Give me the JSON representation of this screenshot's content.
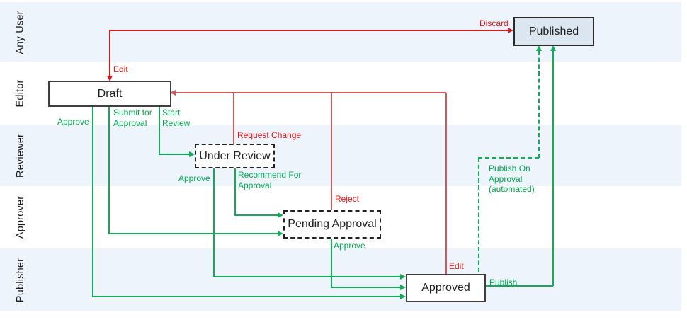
{
  "colors": {
    "positive_green": "#00a94f",
    "negative_red": "#ea1212",
    "red_line_strong": "#cc1f1f",
    "red_line_soft": "#cb5a5a",
    "lane_fill_blue": "#edf4fc",
    "published_state_fill": "#dce6f1",
    "state_border": "#3f3f3f"
  },
  "lanes": [
    {
      "label": "Any User"
    },
    {
      "label": "Editor"
    },
    {
      "label": "Reviewer"
    },
    {
      "label": "Approver"
    },
    {
      "label": "Publisher"
    }
  ],
  "states": {
    "draft": {
      "label": "Draft",
      "style": "solid"
    },
    "under_review": {
      "label": "Under Review",
      "style": "dashed"
    },
    "pending_approval": {
      "label": "Pending Approval",
      "style": "dashed"
    },
    "approved": {
      "label": "Approved",
      "style": "solid"
    },
    "published": {
      "label": "Published",
      "style": "solid-filled"
    }
  },
  "transitions": {
    "discard": {
      "label": "Discard",
      "from": "draft",
      "to": "published",
      "kind": "negative"
    },
    "edit_published": {
      "label": "Edit",
      "from": "published",
      "to": "draft",
      "kind": "negative"
    },
    "approve_from_draft": {
      "label": "Approve",
      "from": "draft",
      "to": "approved",
      "kind": "positive"
    },
    "submit_for_approval": {
      "label": "Submit for Approval",
      "from": "draft",
      "to": "pending_approval",
      "kind": "positive"
    },
    "start_review": {
      "label": "Start Review",
      "from": "draft",
      "to": "under_review",
      "kind": "positive"
    },
    "request_change": {
      "label": "Request Change",
      "from": "under_review",
      "to": "draft",
      "kind": "negative"
    },
    "approve_from_review": {
      "label": "Approve",
      "from": "under_review",
      "to": "approved",
      "kind": "positive"
    },
    "recommend_for_approval": {
      "label": "Recommend For Approval",
      "from": "under_review",
      "to": "pending_approval",
      "kind": "positive"
    },
    "reject": {
      "label": "Reject",
      "from": "pending_approval",
      "to": "draft",
      "kind": "negative"
    },
    "approve_from_pending": {
      "label": "Approve",
      "from": "pending_approval",
      "to": "approved",
      "kind": "positive"
    },
    "edit_from_approved": {
      "label": "Edit",
      "from": "approved",
      "to": "draft",
      "kind": "negative"
    },
    "publish": {
      "label": "Publish",
      "from": "approved",
      "to": "published",
      "kind": "positive"
    },
    "publish_on_approval": {
      "label": "Publish On Approval (automated)",
      "from": "approved",
      "to": "published",
      "kind": "positive",
      "line": "dashed"
    }
  }
}
